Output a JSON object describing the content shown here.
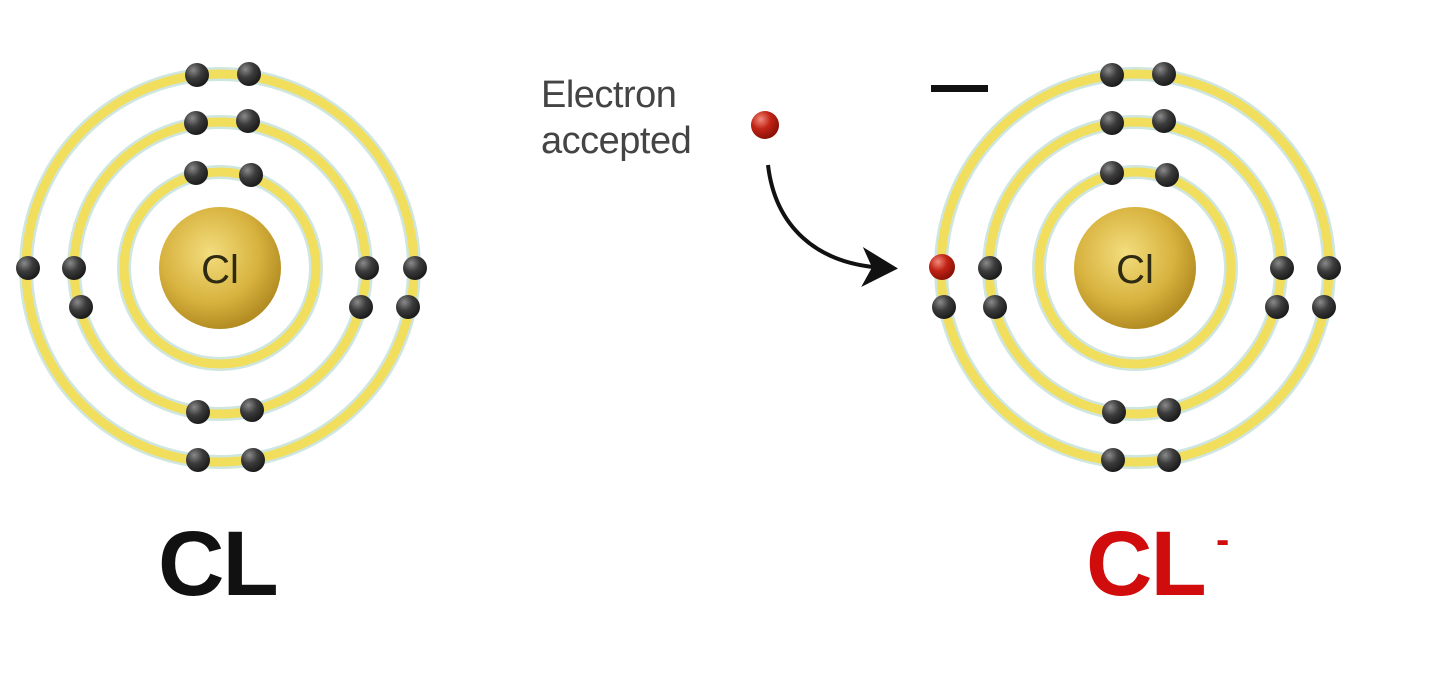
{
  "colors": {
    "shell": "#f0de5c",
    "shell_outline": "#cfe6e0",
    "nucleus": "#d3ad36",
    "nucleus_highlight": "#f3dd7e",
    "electron": "#3a3a3a",
    "accepted_electron": "#b51d10",
    "neutral_label": "#111111",
    "ion_label": "#d10c0c"
  },
  "icons": {
    "electron": "dark-electron-dot",
    "accepted_electron": "red-electron-dot",
    "arrow": "curved-arrow"
  },
  "atom_left": {
    "nucleus_symbol": "Cl",
    "label": "CL",
    "shells": [
      2,
      8,
      7
    ]
  },
  "atom_right": {
    "nucleus_symbol": "Cl",
    "label": "CL",
    "label_superscript": "-",
    "shells": [
      2,
      8,
      8
    ],
    "charge_sign": "−"
  },
  "callout": {
    "line1": "Electron",
    "line2": "accepted"
  }
}
